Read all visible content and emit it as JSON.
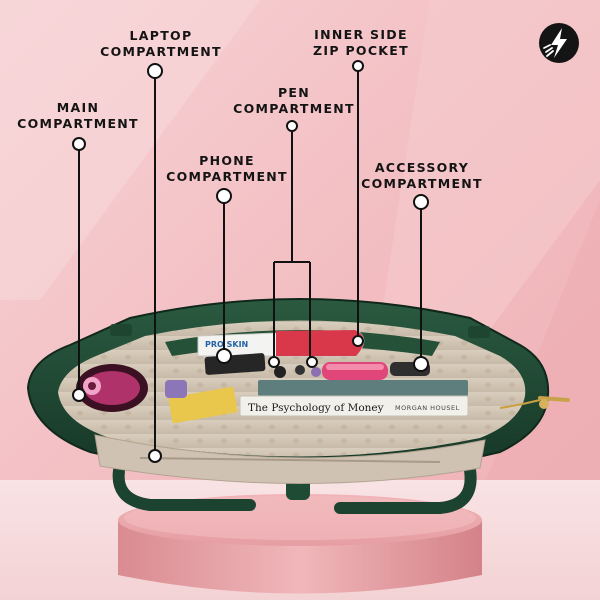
{
  "labels": {
    "main": [
      "MAIN",
      "COMPARTMENT"
    ],
    "laptop": [
      "LAPTOP",
      "COMPARTMENT"
    ],
    "phone": [
      "PHONE",
      "COMPARTMENT"
    ],
    "pen": [
      "PEN",
      "COMPARTMENT"
    ],
    "inner_zip": [
      "INNER SIDE",
      "ZIP POCKET"
    ],
    "accessory": [
      "ACCESSORY",
      "COMPARTMENT"
    ]
  },
  "product_text": {
    "book_title": "The Psychology of Money",
    "book_author": "MORGAN HOUSEL",
    "tube_brand": "PRO SKIN"
  },
  "icons": {
    "badge": "lightning-bolt-icon"
  },
  "colors": {
    "background": "#f4c2c6",
    "bag": "#1f4a33",
    "callout": "#111111",
    "label_text": "#141414"
  }
}
